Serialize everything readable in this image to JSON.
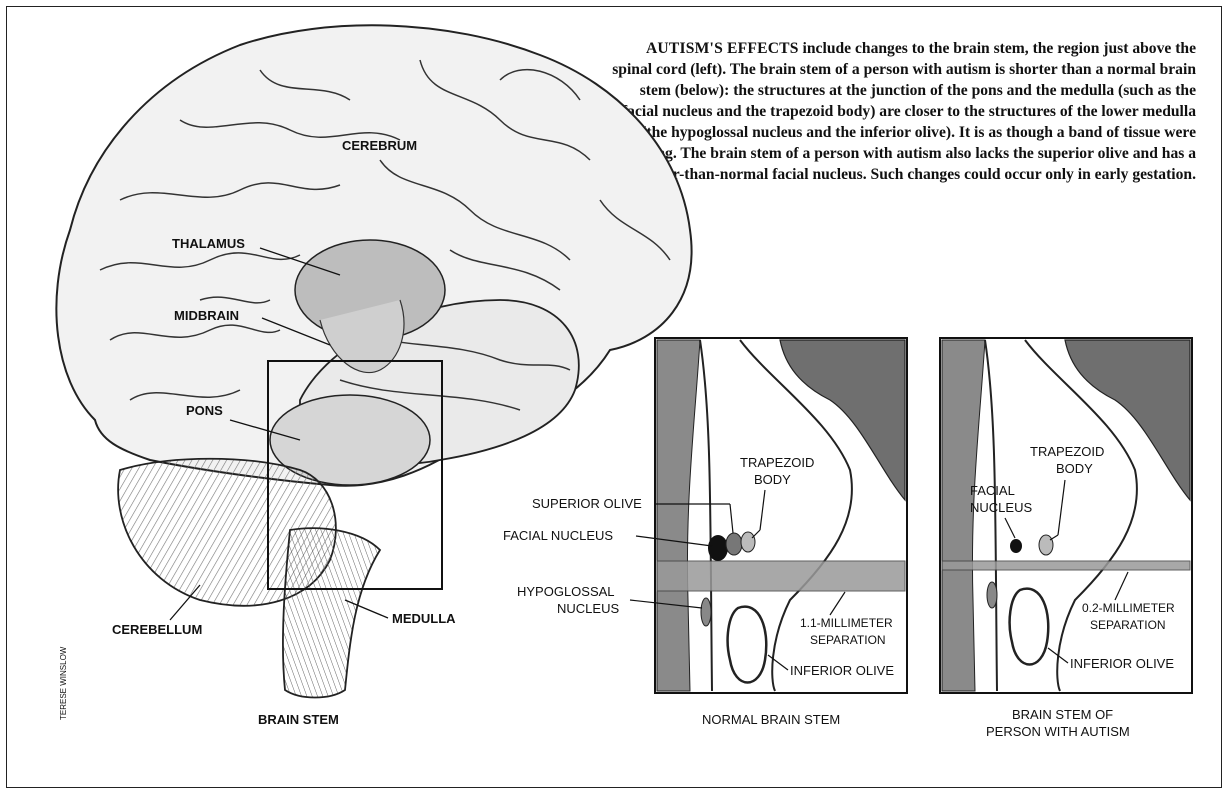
{
  "caption": {
    "lead": "AUTISM'S EFFECTS",
    "body": " include changes to the brain stem, the region just above the spinal cord (left). The brain stem of a person with autism is shorter than a normal brain stem (below): the structures at the junction of the pons and the medulla (such as the facial nucleus and the trapezoid body) are closer to the structures of the lower medulla (the hypoglossal nucleus and the inferior olive). It is as though a band of tissue were missing. The brain stem of a person with autism also lacks the superior olive and has a smaller-than-normal facial nucleus. Such changes could occur only in early gestation."
  },
  "brain_labels": {
    "cerebrum": "CEREBRUM",
    "thalamus": "THALAMUS",
    "midbrain": "MIDBRAIN",
    "pons": "PONS",
    "cerebellum": "CEREBELLUM",
    "medulla": "MEDULLA",
    "brain_stem": "BRAIN STEM"
  },
  "credit": "TERESE WINSLOW",
  "normal_panel": {
    "title": "NORMAL BRAIN STEM",
    "trapezoid_1": "TRAPEZOID",
    "trapezoid_2": "BODY",
    "superior_olive": "SUPERIOR OLIVE",
    "facial_nucleus": "FACIAL NUCLEUS",
    "hypoglossal_1": "HYPOGLOSSAL",
    "hypoglossal_2": "NUCLEUS",
    "separation_1": "1.1-MILLIMETER",
    "separation_2": "SEPARATION",
    "inferior_olive": "INFERIOR OLIVE"
  },
  "autism_panel": {
    "title_1": "BRAIN STEM OF",
    "title_2": "PERSON WITH AUTISM",
    "trapezoid_1": "TRAPEZOID",
    "trapezoid_2": "BODY",
    "facial_1": "FACIAL",
    "facial_2": "NUCLEUS",
    "separation_1": "0.2-MILLIMETER",
    "separation_2": "SEPARATION",
    "inferior_olive": "INFERIOR OLIVE"
  }
}
